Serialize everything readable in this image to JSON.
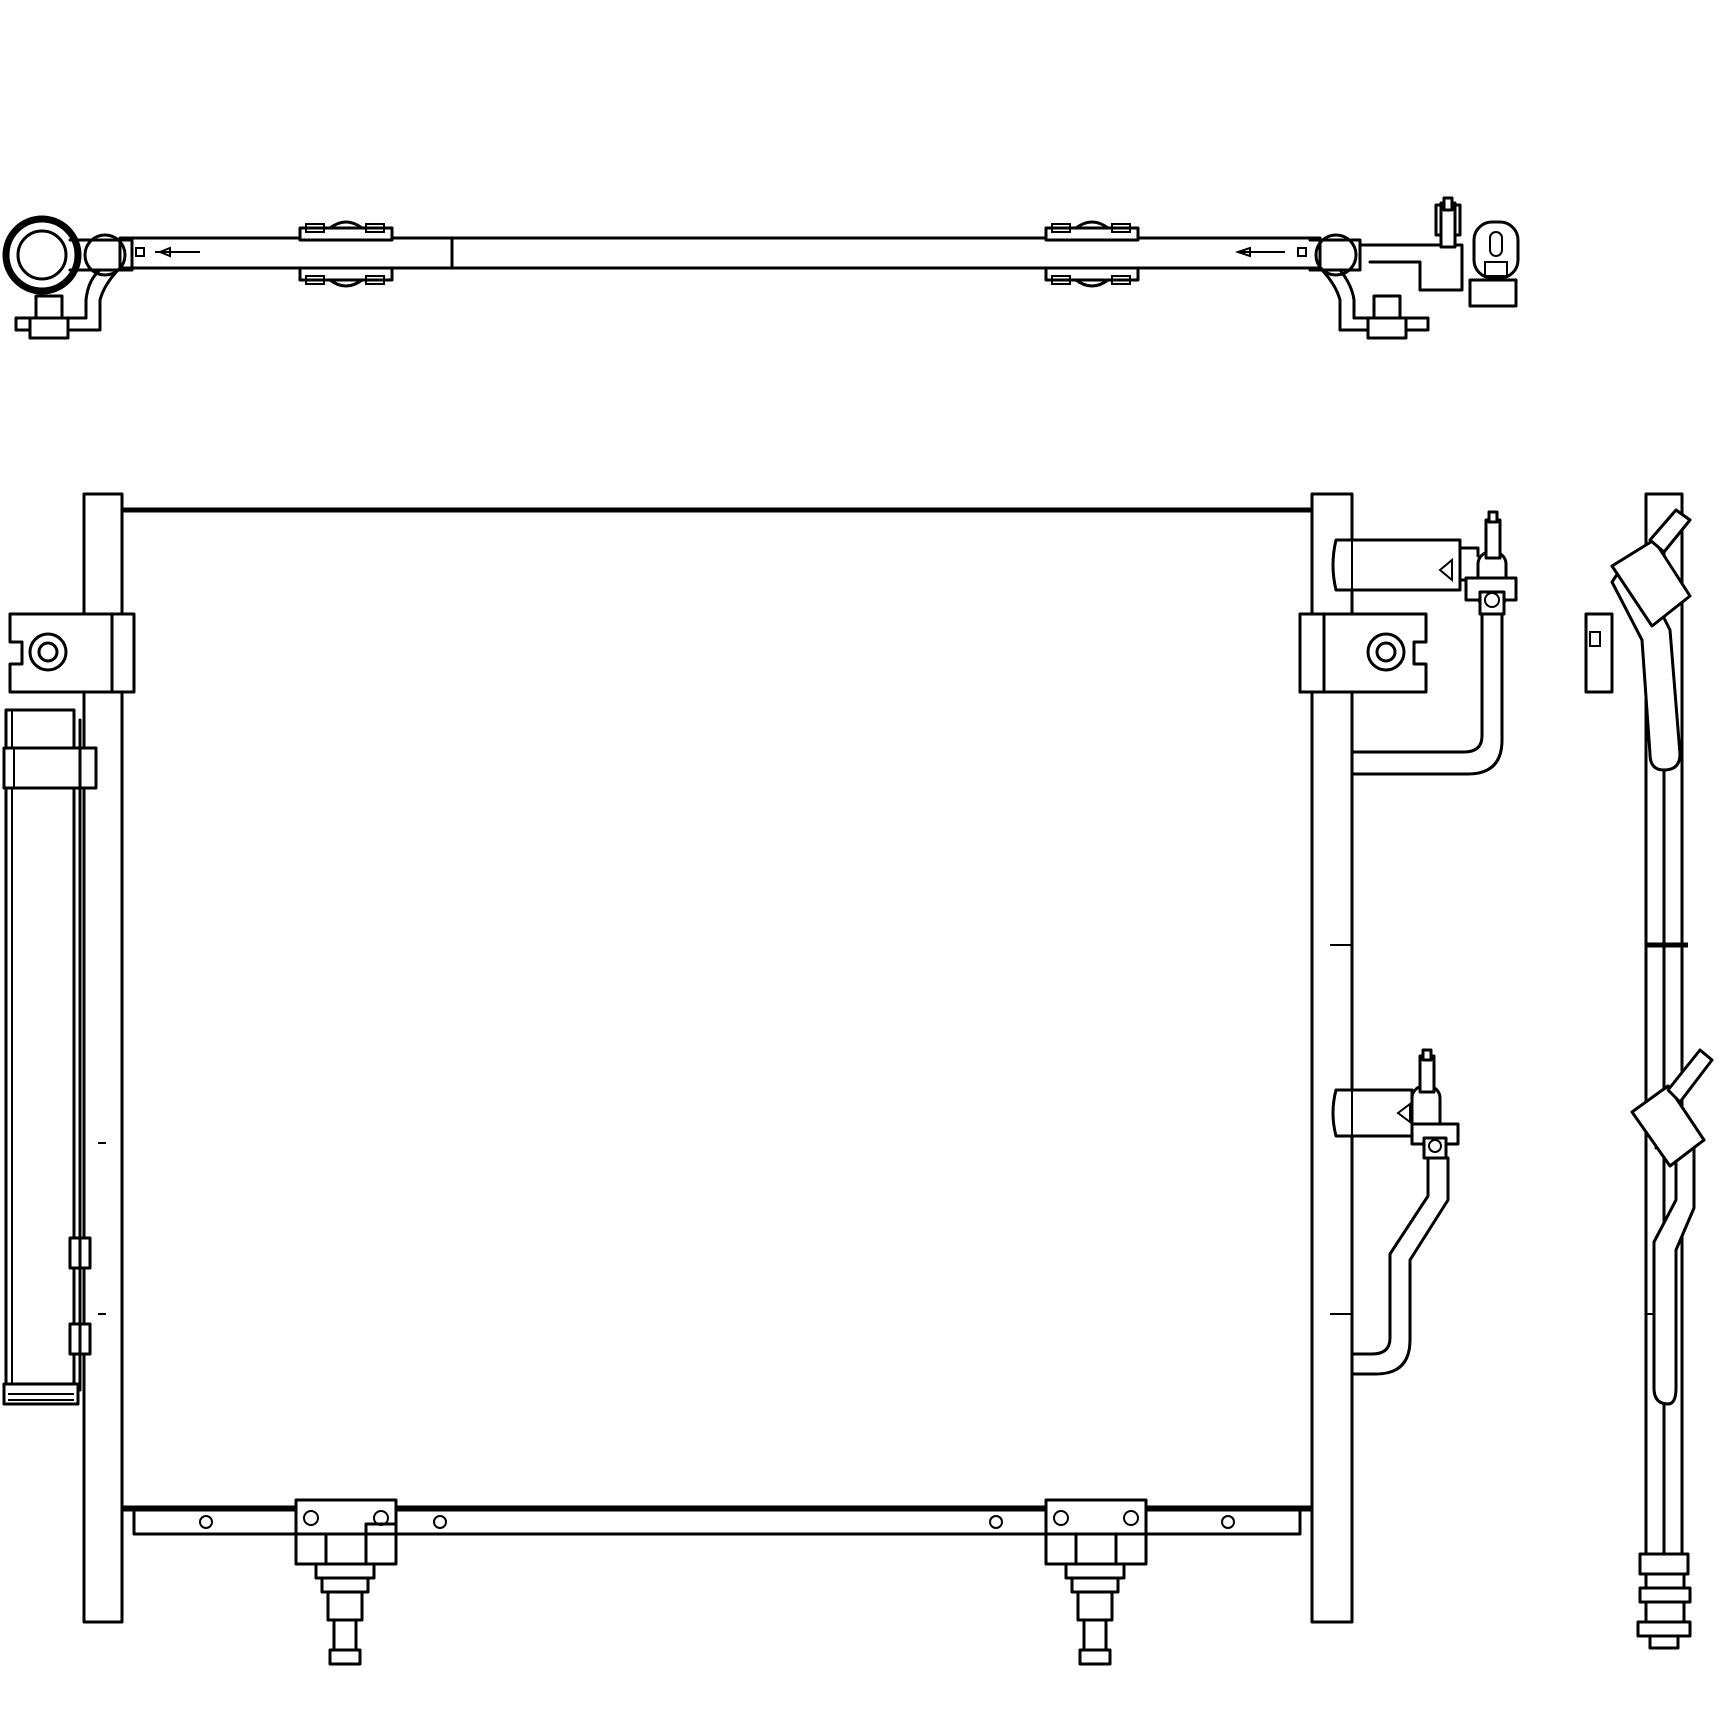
{
  "drawing": {
    "views": [
      "top-view",
      "front-view",
      "side-view"
    ],
    "line_color": "#000000",
    "background_color": "#ffffff"
  }
}
